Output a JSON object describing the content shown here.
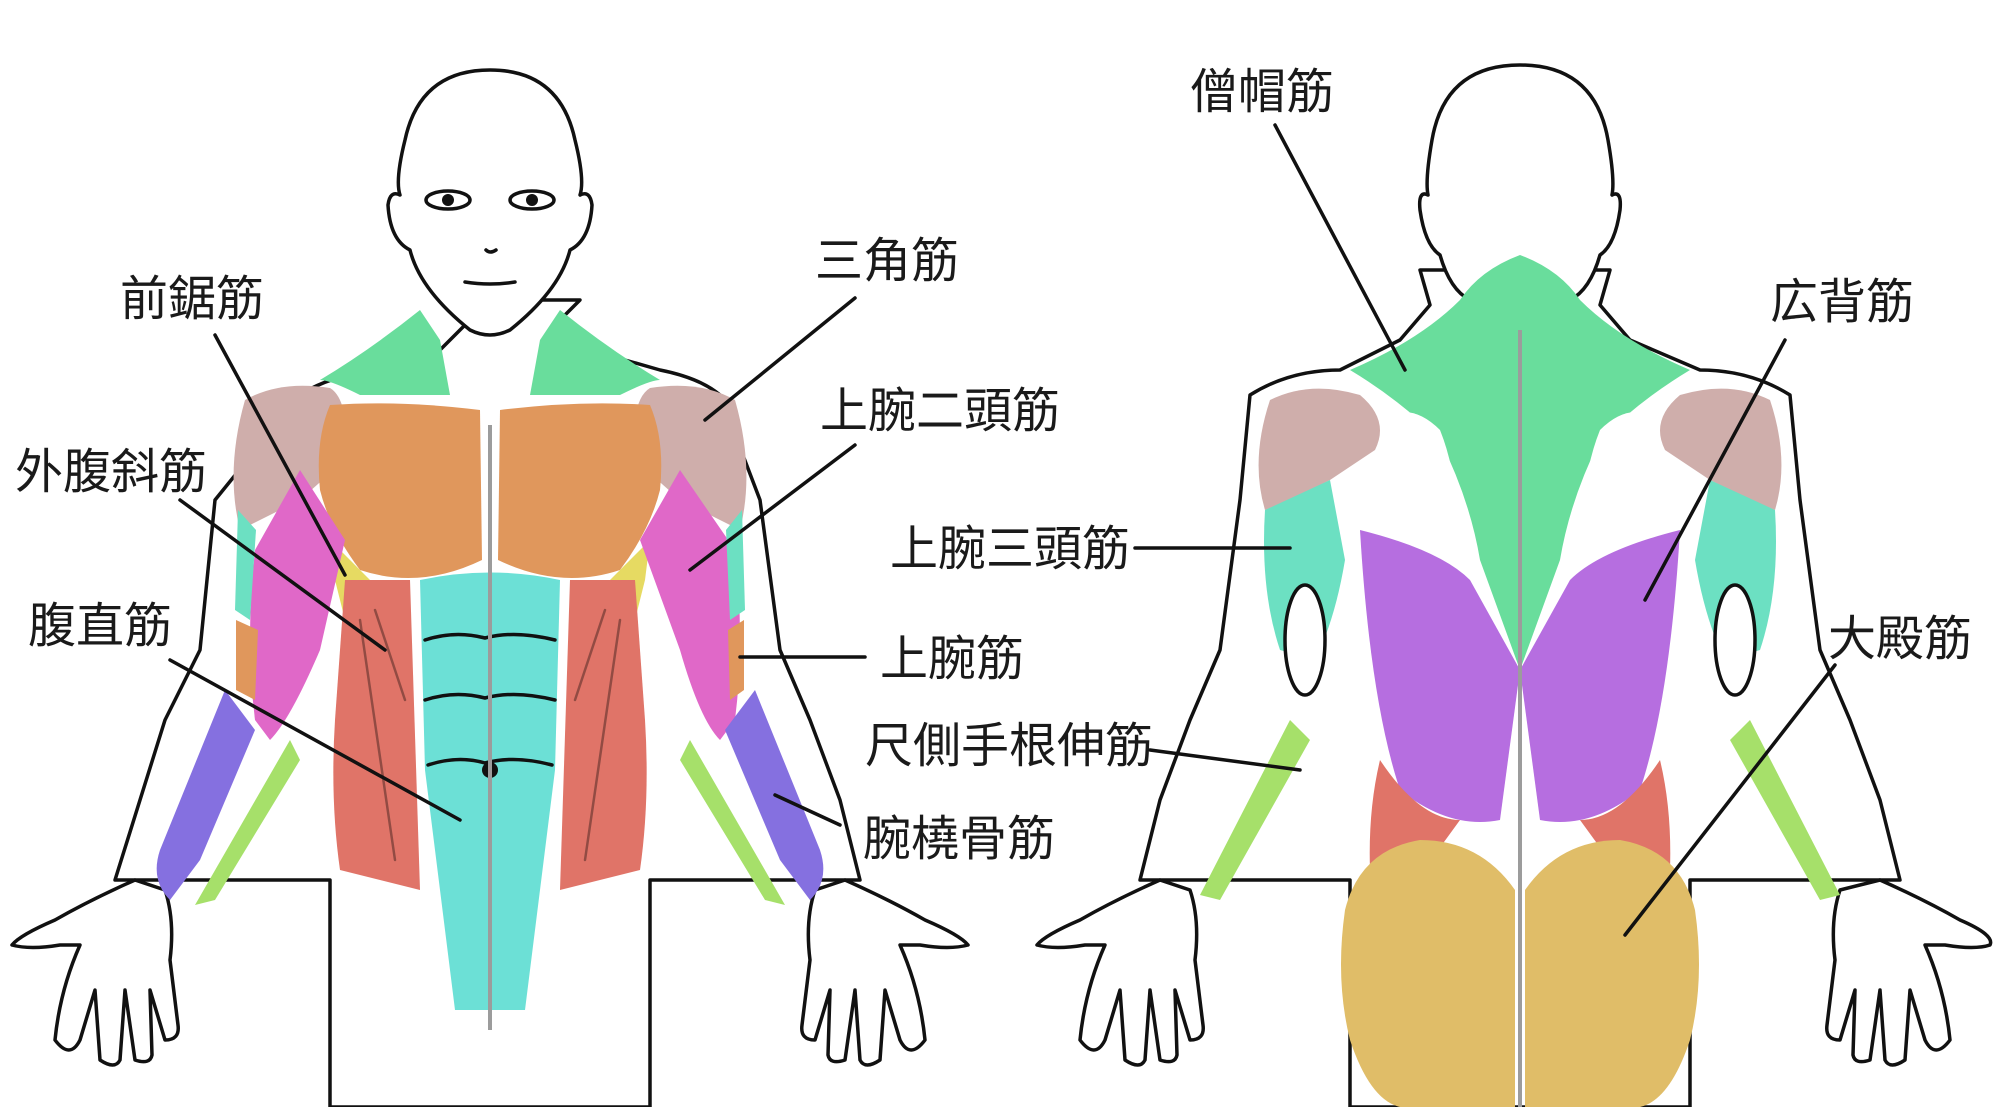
{
  "front_labels": {
    "serratus_anterior": "前鋸筋",
    "deltoid": "三角筋",
    "biceps": "上腕二頭筋",
    "external_oblique": "外腹斜筋",
    "rectus_abdominis": "腹直筋",
    "brachialis": "上腕筋",
    "brachioradialis": "腕橈骨筋"
  },
  "middle_labels": {
    "triceps": "上腕三頭筋",
    "extensor_carpi_ulnaris": "尺側手根伸筋"
  },
  "back_labels": {
    "trapezius": "僧帽筋",
    "latissimus_dorsi": "広背筋",
    "gluteus_maximus": "大殿筋"
  },
  "colors": {
    "trapezius": "#69dd9c",
    "deltoid": "#cfaeab",
    "pectoral": "#e0975c",
    "biceps": "#e068c8",
    "rectus_abdominis": "#6ce0d6",
    "oblique": "#e07468",
    "serratus": "#e6da62",
    "brachialis": "#e0975c",
    "brachioradialis": "#8570e0",
    "forearm_extensor": "#a6e06a",
    "triceps": "#6ce0c2",
    "latissimus": "#b66ee0",
    "gluteus": "#e0bd68",
    "spine_line": "#9c9c9c",
    "outline": "#111111"
  }
}
